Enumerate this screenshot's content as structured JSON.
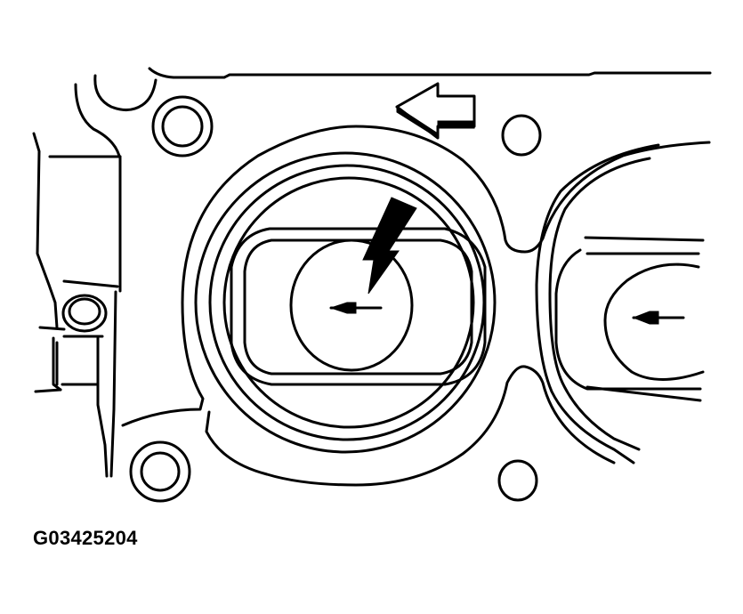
{
  "figure": {
    "id_label": "G03425204",
    "description": "Cylinder head / gasket line drawing with valve seat bores, direction arrow and pointer callout",
    "colors": {
      "line": "#000000",
      "background": "#ffffff"
    }
  },
  "annotations": {
    "direction_arrow": "left-pointing hollow arrow (front of engine)",
    "callout_pointer": "solid black lightning-style pointer into left bore",
    "bore_markers": [
      "left-arrow marker in left bore",
      "left-arrow marker in right bore"
    ]
  }
}
